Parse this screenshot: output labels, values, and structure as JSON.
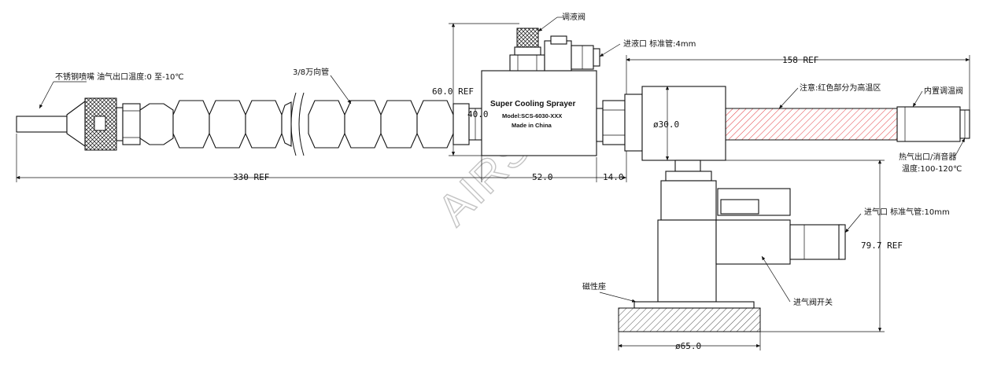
{
  "watermark": "AIRSTE",
  "product_label": {
    "line1": "Super Cooling Sprayer",
    "line2": "Model:SCS-6030-XXX",
    "line3": "Made in China"
  },
  "callouts": {
    "nozzle": "不锈钢喷嘴 油气出口温度:0 至-10℃",
    "hose": "3/8万向管",
    "regulator_valve": "调液阀",
    "liquid_inlet": "进液口 标准管:4mm",
    "red_zone": "注意:红色部分为高温区",
    "temp_valve": "内置调温阀",
    "hot_outlet_1": "热气出口/消音器",
    "hot_outlet_2": "温度:100-120℃",
    "air_inlet": "进气口 标准气管:10mm",
    "air_valve": "进气阀开关",
    "magnetic_base": "磁性座"
  },
  "dimensions": {
    "overall": "330 REF",
    "right_length": "158 REF",
    "body_height": "60.0 REF",
    "inner_height": "40.0",
    "body_width": "52.0",
    "gap": "14.0",
    "tube_dia": "ø30.0",
    "stand_height": "79.7 REF",
    "base_dia": "ø65.0"
  }
}
